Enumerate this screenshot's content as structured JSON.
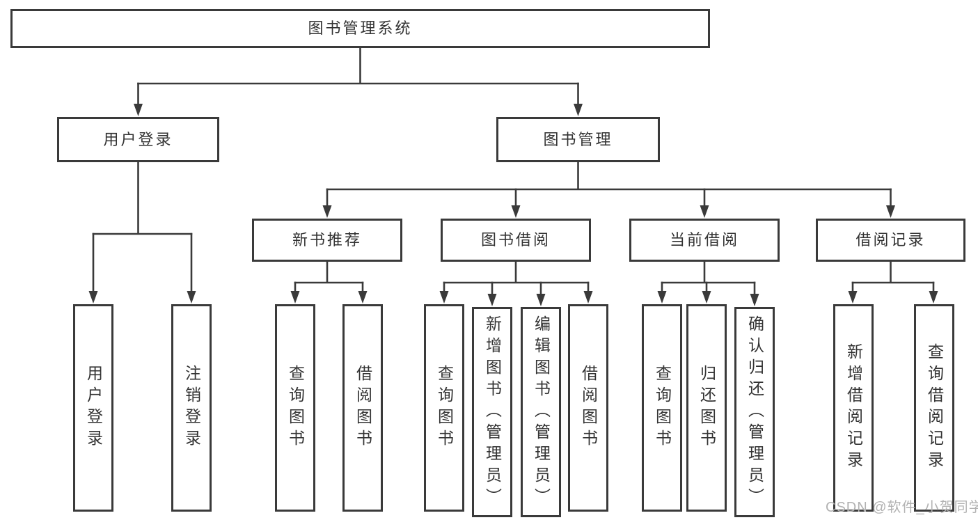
{
  "nodes": {
    "root": {
      "label": "图书管理系统"
    },
    "user_login": {
      "label": "用户登录"
    },
    "book_mgmt": {
      "label": "图书管理"
    },
    "new_book_rec": {
      "label": "新书推荐"
    },
    "book_borrow": {
      "label": "图书借阅"
    },
    "current_borrow": {
      "label": "当前借阅"
    },
    "borrow_records": {
      "label": "借阅记录"
    },
    "leaf_user_login": {
      "label": "用户登录"
    },
    "leaf_logout": {
      "label": "注销登录"
    },
    "leaf_nb_query": {
      "label": "查询图书"
    },
    "leaf_nb_borrow": {
      "label": "借阅图书"
    },
    "leaf_bb_query": {
      "label": "查询图书"
    },
    "leaf_bb_add": {
      "label": "新增图书（管理员）"
    },
    "leaf_bb_edit": {
      "label": "编辑图书（管理员）"
    },
    "leaf_bb_borrow": {
      "label": "借阅图书"
    },
    "leaf_cb_query": {
      "label": "查询图书"
    },
    "leaf_cb_return": {
      "label": "归还图书"
    },
    "leaf_cb_confirm": {
      "label": "确认归还（管理员）"
    },
    "leaf_br_add": {
      "label": "新增借阅记录"
    },
    "leaf_br_query": {
      "label": "查询借阅记录"
    }
  },
  "watermark": {
    "text": "CSDN @软件_小贺同学"
  },
  "colors": {
    "line": "#3a3a3a",
    "box_border": "#3a3a3a",
    "box_fill": "#ffffff",
    "text": "#333333",
    "watermark": "#b2b2b2",
    "background": "#ffffff"
  }
}
